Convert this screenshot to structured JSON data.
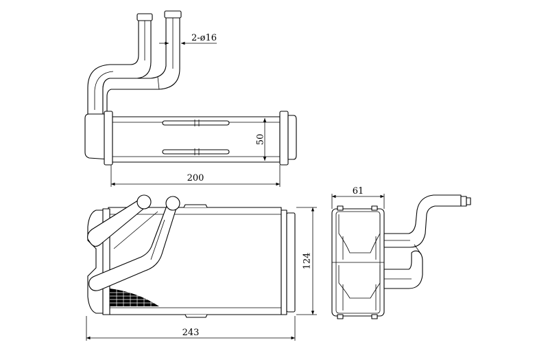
{
  "dimensions": {
    "pipe_diameter": "2-ø16",
    "height_top": "50",
    "core_width": "200",
    "side_depth": "61",
    "core_height": "124",
    "overall_width": "243"
  },
  "colors": {
    "line": "#000000",
    "background": "#ffffff"
  }
}
